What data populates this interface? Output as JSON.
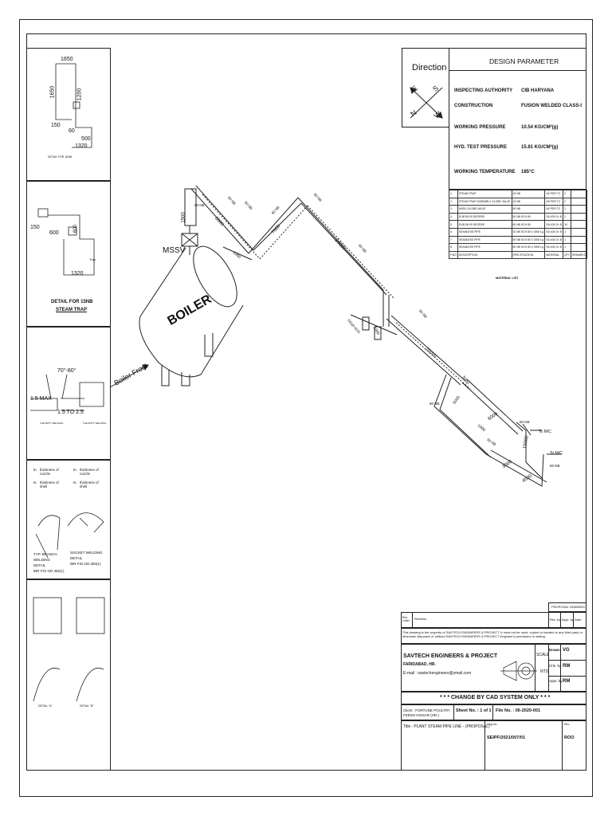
{
  "direction": {
    "title": "Direction",
    "compass": [
      "E",
      "S",
      "N",
      "W"
    ]
  },
  "design_parameter": {
    "title": "DESIGN PARAMETER",
    "rows": [
      {
        "label": "INSPECTING AUTHORITY",
        "value": "CIB HARYANA"
      },
      {
        "label": "CONSTRUCTION",
        "value": "FUSION WELDED  CLASS-I"
      },
      {
        "label": "WORKING PRESSURE",
        "value": "10.54 KG/CM²(g)"
      },
      {
        "label": "HYD. TEST PRESSURE",
        "value": "15.81 KG/CM²(g)"
      },
      {
        "label": "WORKING TEMPERATURE",
        "value": "185°C"
      }
    ]
  },
  "material_list": {
    "title": "MATERIAL LIST",
    "header": [
      "P.NO",
      "DESCRIPTION",
      "SPECIFICATION",
      "MATERIAL",
      "QTY",
      "REMARKS"
    ],
    "rows": [
      [
        "1",
        "STEAM TRAP",
        "15 NB",
        "AS PER TC",
        "2",
        ""
      ],
      [
        "2",
        "STEAM TRAP ASSEMBLY GLOBE VALVE",
        "15 NB",
        "AS PER TC",
        "2",
        ""
      ],
      [
        "3",
        "MSSV GLOBE VALVE",
        "80 NB",
        "AS PER TC",
        "1",
        ""
      ],
      [
        "4",
        "ELBOW 90 DEGREE",
        "50 NB SCH 80",
        "SA 105 Gr. B",
        "2",
        ""
      ],
      [
        "5",
        "ELBOW 90 DEGREE",
        "80 NB SCH 80",
        "SA 105 Gr. B",
        "10",
        ""
      ],
      [
        "6",
        "SEAMLESS PIPE",
        "15 NB SCH 80 X 3000 Lg",
        "SA 106 Gr. B",
        "1",
        ""
      ],
      [
        "7",
        "SEAMLESS PIPE",
        "50 NB SCH 80 X 3000 Lg",
        "SA 106 Gr. B",
        "1",
        ""
      ],
      [
        "8",
        "SEAMLESS PIPE",
        "80 NB SCH 80 X 3000 Lg",
        "SA 106 Gr. B",
        "1",
        ""
      ]
    ]
  },
  "diagram_labels": {
    "mssv": "MSSV",
    "boiler": "BOILER",
    "boiler_front": "Boiler Front",
    "dims": [
      "1500",
      "6000",
      "7000",
      "24000",
      "25000",
      "15000",
      "6000",
      "3000",
      "4500",
      "1000",
      "1000",
      "5000",
      "5000",
      "1000"
    ],
    "nb": [
      "80 NB",
      "80 NB",
      "80 NB",
      "80 NB",
      "80 NB",
      "80 NB",
      "80 NB",
      "80 NB",
      "50 NB",
      "50 NB",
      "50 NB"
    ],
    "to_mc_1": "To M/C",
    "to_mc_2": "To M/C",
    "trap_label": "TRAP ASS."
  },
  "left_details": {
    "detail1": {
      "caption": "DETAIL FOR 15NB",
      "dims": [
        "1650",
        "1650",
        "1200",
        "150",
        "60",
        "500",
        "1320"
      ]
    },
    "detail2": {
      "caption_line1": "DETAIL FOR 15NB",
      "caption_line2": "STEAM TRAP",
      "dims": [
        "150",
        "600",
        "1320",
        "600",
        "Trap"
      ]
    },
    "detail3": {
      "angle": "70°-80°",
      "max": "1.5 MAX",
      "gap": "1.5 TO 2.5",
      "notes_left": "THE BUTT WELDING",
      "notes_right": "THE BUTT WELDING"
    },
    "detail4": {
      "tn1": "tn",
      "tn_text1": "thickness of nozzle",
      "ts1": "ts",
      "ts_text1": "thickness of shell",
      "tn2": "tn",
      "tn_text2": "thickness of nozzle",
      "ts2": "ts",
      "ts_text2": "thickness of shell",
      "left_caption1": "TYP. BRANCH",
      "left_caption2": "WELDING",
      "left_caption3": "DETAIL",
      "left_caption4": "IBR FIG NO 382(1)",
      "right_caption1": "SOCKET WELDING",
      "right_caption2": "DETAIL",
      "right_caption3": "IBR FIG.NO.383(1)"
    },
    "detail5": {
      "cap_left": "DETAIL \"A\"",
      "cap_right": "DETAIL \"B\""
    }
  },
  "title_block": {
    "proposal": "PROPOSAL DRAWING",
    "rev_letter": "Rev. Letter",
    "revision": "Revision",
    "rev_by": "Rev. by",
    "appr_by": "Appr. by",
    "date": "Date",
    "notice": "This drawing is the property of SAVTECH ENGINEERS & PROJECT. It must not be used, copied or handed to any third party or otherwise disposed of, without SAVTECH ENGINEERS & PROJECT Engineer's permission in writing.",
    "company": "SAVTECH ENGINEERS & PROJECT",
    "city": "FARIDABAD, HR.",
    "email": "E-mail : savtechengineers@ymail.com",
    "scale_label": "SCALE",
    "scale_value": "NTS",
    "drawn_label": "Drawn",
    "drawn_value": "VG",
    "chk_label": "Chk. by",
    "chk_value": "RM",
    "appr_label": "Appr. by",
    "appr_value": "RM",
    "cad_note": "* * *  CHANGE BY CAD SYSTEM ONLY  * * *",
    "client": "Client : FORTUNE POULTRY FEEDS HISSAR (HR.)",
    "sheet": "Sheet No. : 1 of 1",
    "file": "File No. : 06-2020-001",
    "title": "Title : PLANT STEAM PIPE LINE - (PROPOSAL)",
    "dwg_no_label": "Dwg No.",
    "dwg_no": "SEIPF/2021/007/01",
    "rev_label": "Rev.",
    "rev_value": "ROO"
  }
}
